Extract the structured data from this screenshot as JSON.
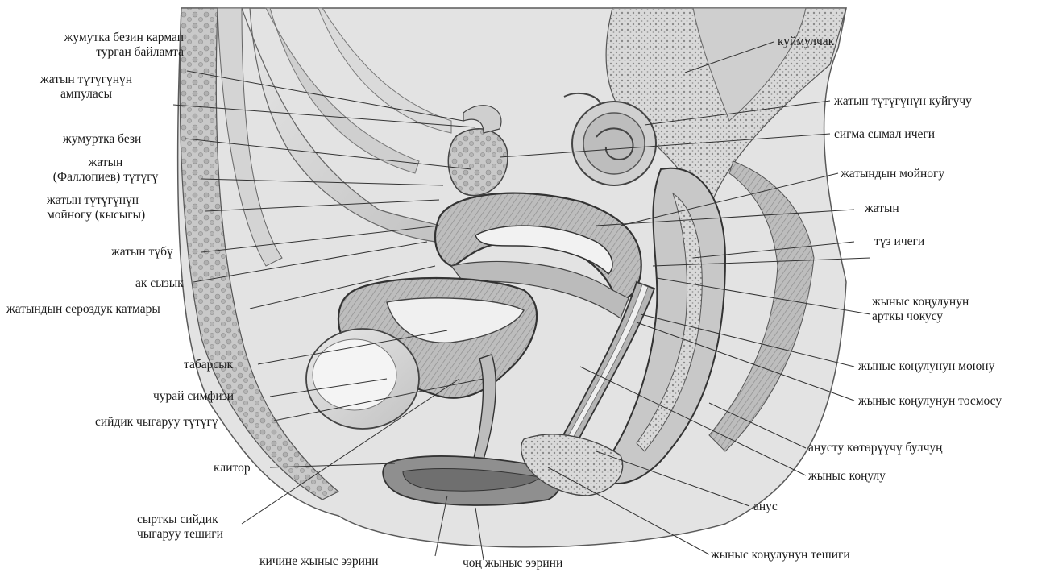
{
  "labels_left": [
    {
      "id": "ovary-ligament",
      "lines": [
        "жумутка безин кармап",
        "турган байламта"
      ]
    },
    {
      "id": "tube-ampulla",
      "lines": [
        "жатын түтүгүнүн",
        "ампуласы"
      ]
    },
    {
      "id": "ovary",
      "lines": [
        "жумуртка бези"
      ]
    },
    {
      "id": "fallopian-tube",
      "lines": [
        "жатын",
        "(Фаллопиев) түтүгү"
      ]
    },
    {
      "id": "tube-isthmus",
      "lines": [
        "жатын түтүгүнүн",
        "мойногу (кысыгы)"
      ]
    },
    {
      "id": "uterus-fundus",
      "lines": [
        "жатын түбү"
      ]
    },
    {
      "id": "linea-alba",
      "lines": [
        "ак сызык"
      ]
    },
    {
      "id": "uterus-serosa",
      "lines": [
        "жатындын сероздук катмары"
      ]
    },
    {
      "id": "bladder",
      "lines": [
        "табарсык"
      ]
    },
    {
      "id": "pubic-symphysis",
      "lines": [
        "чурай симфизи"
      ]
    },
    {
      "id": "urethra",
      "lines": [
        "сийдик чыгаруу түтүгү"
      ]
    },
    {
      "id": "clitoris",
      "lines": [
        "клитор"
      ]
    },
    {
      "id": "urethral-opening",
      "lines": [
        "сырткы сийдик",
        "чыгаруу тешиги"
      ]
    }
  ],
  "labels_right": [
    {
      "id": "sacrum",
      "lines": [
        "куймулчак"
      ]
    },
    {
      "id": "tube-funnel",
      "lines": [
        "жатын түтүгүнүн куйгучу"
      ]
    },
    {
      "id": "sigmoid-colon",
      "lines": [
        "сигма сымал ичеги"
      ]
    },
    {
      "id": "uterus-cervix",
      "lines": [
        "жатындын мойногу"
      ]
    },
    {
      "id": "uterus",
      "lines": [
        "жатын"
      ]
    },
    {
      "id": "rectum",
      "lines": [
        "түз ичеги"
      ]
    },
    {
      "id": "posterior-fornix",
      "lines": [
        "жыныс коңулунун",
        "арткы чокусу"
      ]
    },
    {
      "id": "vaginal-neck",
      "lines": [
        "жыныс коңулунун моюну"
      ]
    },
    {
      "id": "vaginal-mucosa",
      "lines": [
        "жыныс коңулунун тосмосу"
      ]
    },
    {
      "id": "levator-ani",
      "lines": [
        "анусту көтөрүүчү булчуң"
      ]
    },
    {
      "id": "vagina",
      "lines": [
        "жыныс коңулу"
      ]
    },
    {
      "id": "anus",
      "lines": [
        "анус"
      ]
    }
  ],
  "labels_bottom": [
    {
      "id": "labia-minora",
      "lines": [
        "кичине жыныс ээрини"
      ]
    },
    {
      "id": "labia-majora",
      "lines": [
        "чоң жыныс ээрини"
      ]
    },
    {
      "id": "vaginal-opening",
      "lines": [
        "жыныс коңулунун тешиги"
      ]
    }
  ]
}
